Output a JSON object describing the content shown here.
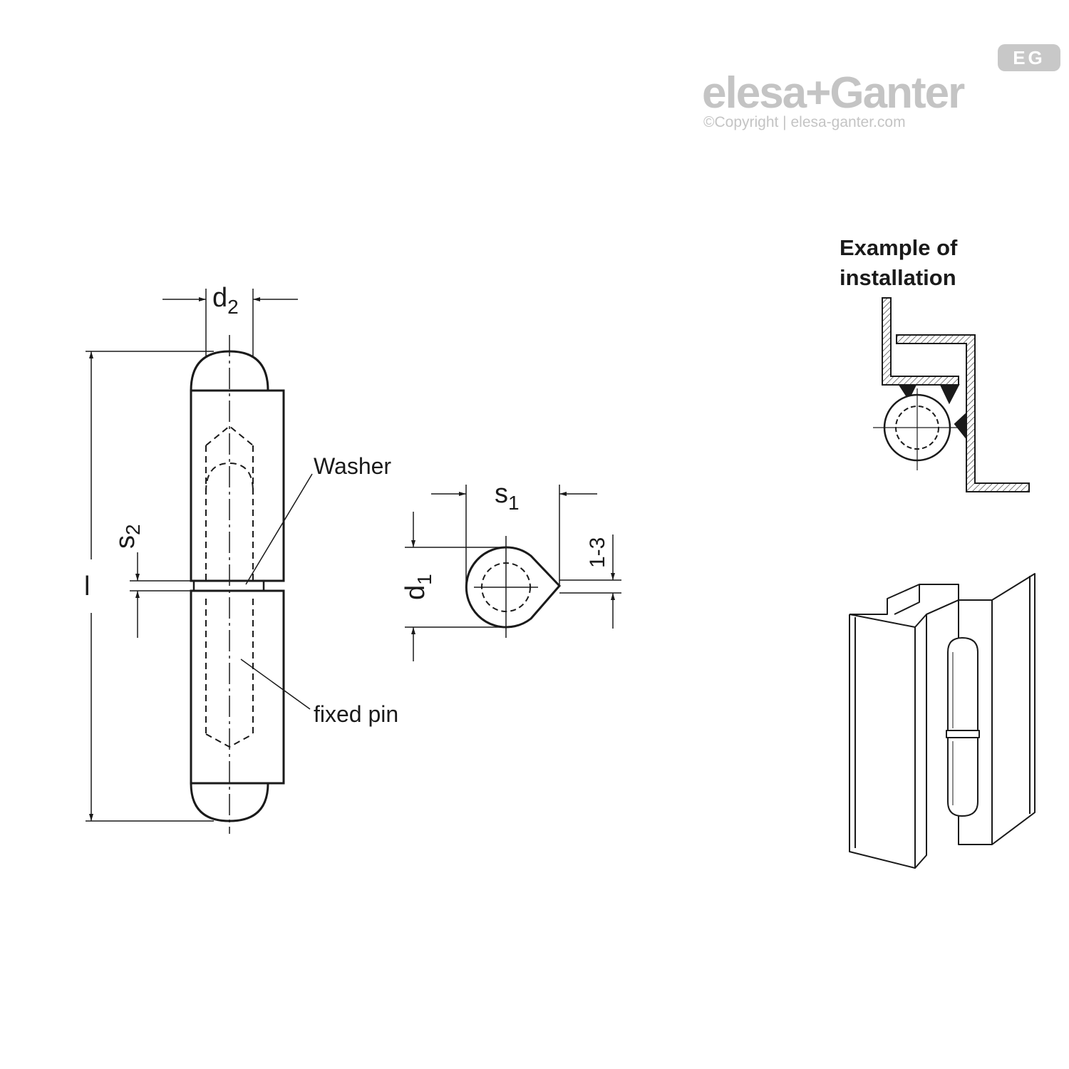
{
  "brand": {
    "name": "elesa+Ganter",
    "copyright": "©Copyright | elesa-ganter.com",
    "badge": "EG"
  },
  "labels": {
    "d2": "d",
    "d2_sub": "2",
    "s2": "s",
    "s2_sub": "2",
    "l": "l",
    "washer": "Washer",
    "fixed_pin": "fixed pin",
    "s1": "s",
    "s1_sub": "1",
    "d1": "d",
    "d1_sub": "1",
    "gap": "1-3",
    "install_title_1": "Example of",
    "install_title_2": "installation"
  },
  "colors": {
    "line": "#1a1a1a",
    "logo": "#c4c4c4"
  }
}
